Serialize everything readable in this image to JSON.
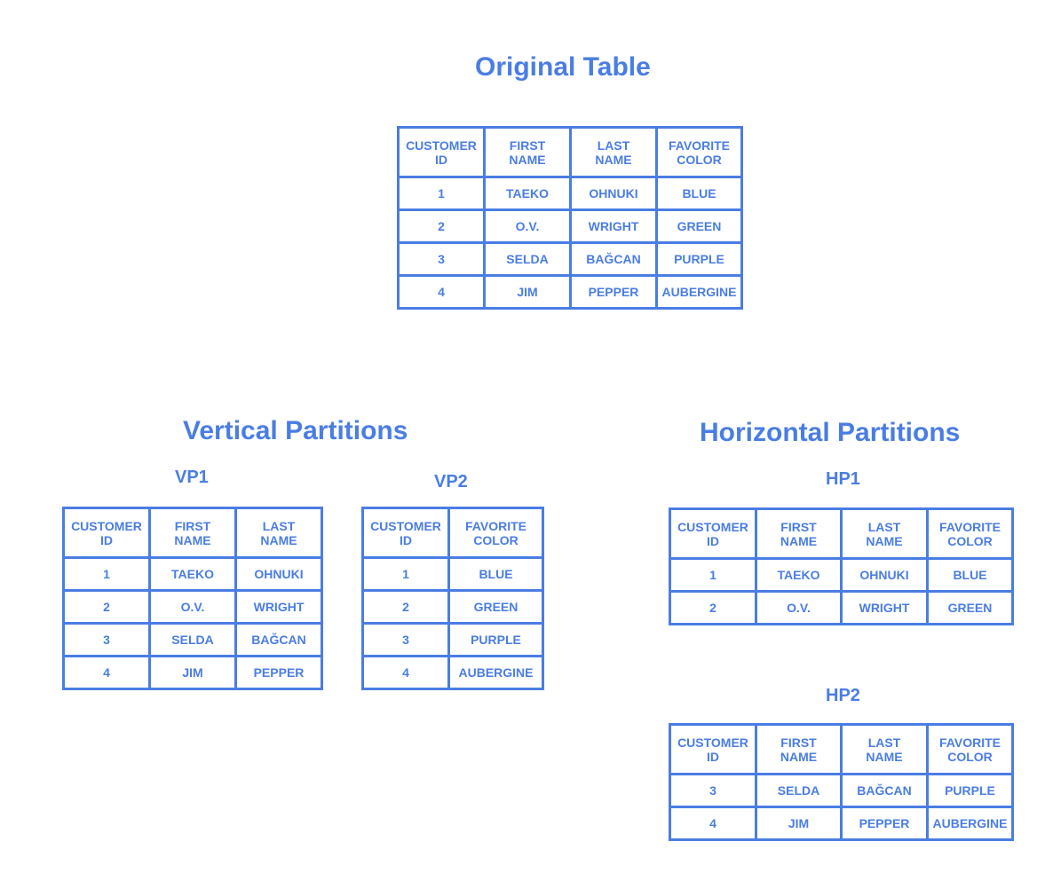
{
  "colors": {
    "accent": "#4a7de4",
    "background": "#ffffff"
  },
  "original": {
    "title": "Original Table",
    "columns": [
      "CUSTOMER\nID",
      "FIRST\nNAME",
      "LAST\nNAME",
      "FAVORITE\nCOLOR"
    ],
    "rows": [
      [
        "1",
        "TAEKO",
        "OHNUKI",
        "BLUE"
      ],
      [
        "2",
        "O.V.",
        "WRIGHT",
        "GREEN"
      ],
      [
        "3",
        "SELDA",
        "BAĞCAN",
        "PURPLE"
      ],
      [
        "4",
        "JIM",
        "PEPPER",
        "AUBERGINE"
      ]
    ]
  },
  "vertical": {
    "title": "Vertical Partitions",
    "vp1": {
      "label": "VP1",
      "columns": [
        "CUSTOMER\nID",
        "FIRST\nNAME",
        "LAST\nNAME"
      ],
      "rows": [
        [
          "1",
          "TAEKO",
          "OHNUKI"
        ],
        [
          "2",
          "O.V.",
          "WRIGHT"
        ],
        [
          "3",
          "SELDA",
          "BAĞCAN"
        ],
        [
          "4",
          "JIM",
          "PEPPER"
        ]
      ]
    },
    "vp2": {
      "label": "VP2",
      "columns": [
        "CUSTOMER\nID",
        "FAVORITE\nCOLOR"
      ],
      "rows": [
        [
          "1",
          "BLUE"
        ],
        [
          "2",
          "GREEN"
        ],
        [
          "3",
          "PURPLE"
        ],
        [
          "4",
          "AUBERGINE"
        ]
      ]
    }
  },
  "horizontal": {
    "title": "Horizontal Partitions",
    "hp1": {
      "label": "HP1",
      "columns": [
        "CUSTOMER\nID",
        "FIRST\nNAME",
        "LAST\nNAME",
        "FAVORITE\nCOLOR"
      ],
      "rows": [
        [
          "1",
          "TAEKO",
          "OHNUKI",
          "BLUE"
        ],
        [
          "2",
          "O.V.",
          "WRIGHT",
          "GREEN"
        ]
      ]
    },
    "hp2": {
      "label": "HP2",
      "columns": [
        "CUSTOMER\nID",
        "FIRST\nNAME",
        "LAST\nNAME",
        "FAVORITE\nCOLOR"
      ],
      "rows": [
        [
          "3",
          "SELDA",
          "BAĞCAN",
          "PURPLE"
        ],
        [
          "4",
          "JIM",
          "PEPPER",
          "AUBERGINE"
        ]
      ]
    }
  }
}
